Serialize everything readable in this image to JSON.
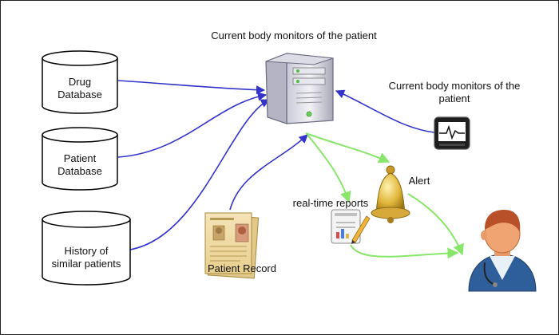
{
  "server": {
    "title": "Current body monitors of the patient"
  },
  "databases": [
    {
      "line1": "Drug",
      "line2": "Database"
    },
    {
      "line1": "Patient",
      "line2": "Database"
    },
    {
      "line1": "History of",
      "line2": "similar patients"
    }
  ],
  "monitor": {
    "title": "Current body monitors of the patient"
  },
  "record": {
    "label": "Patient Record"
  },
  "reports": {
    "label": "real-time reports"
  },
  "alert": {
    "label": "Alert"
  },
  "colors": {
    "blue_arrow": "#3333cc",
    "green_arrow": "#88e66a"
  }
}
